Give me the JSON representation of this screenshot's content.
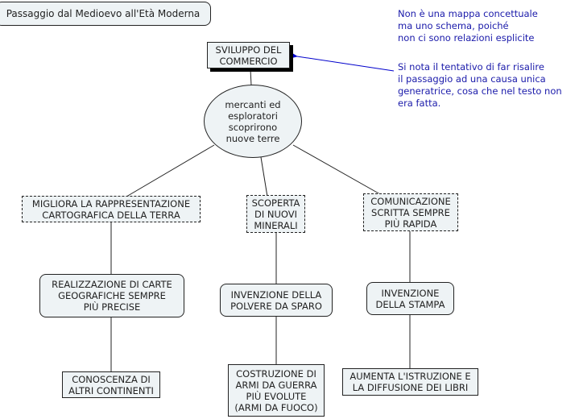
{
  "title": "Passaggio dal Medioevo all'Età Moderna",
  "notes": {
    "top": "Non è una mappa concettuale\nma uno schema, poiché\nnon ci sono relazioni esplicite",
    "arrow": "Si nota il tentativo di far risalire\nil passaggio ad una causa unica\ngeneratrice, cosa che nel testo non\nera fatta."
  },
  "colors": {
    "node_fill": "#eef3f5",
    "note_text": "#1a1aaa",
    "arrow": "#0000cc"
  },
  "nodes": {
    "root": "SVILUPPO DEL\nCOMMERCIO",
    "center": "mercanti ed\nesploratori\nscoprirono\nnuove terre",
    "branch_left": "MIGLIORA LA RAPPRESENTAZIONE\nCARTOGRAFICA DELLA TERRA",
    "branch_mid": "SCOPERTA\nDI NUOVI\nMINERALI",
    "branch_right": "COMUNICAZIONE\nSCRITTA SEMPRE\nPIÙ RAPIDA",
    "left_2": "REALIZZAZIONE DI CARTE\nGEOGRAFICHE SEMPRE\nPIÙ PRECISE",
    "mid_2": "INVENZIONE DELLA\nPOLVERE DA SPARO",
    "right_2": "INVENZIONE\nDELLA STAMPA",
    "left_3": "CONOSCENZA DI\nALTRI CONTINENTI",
    "mid_3": "COSTRUZIONE DI\nARMI DA GUERRA\nPIÙ EVOLUTE\n(ARMI DA FUOCO)",
    "right_3": "AUMENTA L'ISTRUZIONE E\nLA DIFFUSIONE DEI LIBRI"
  }
}
